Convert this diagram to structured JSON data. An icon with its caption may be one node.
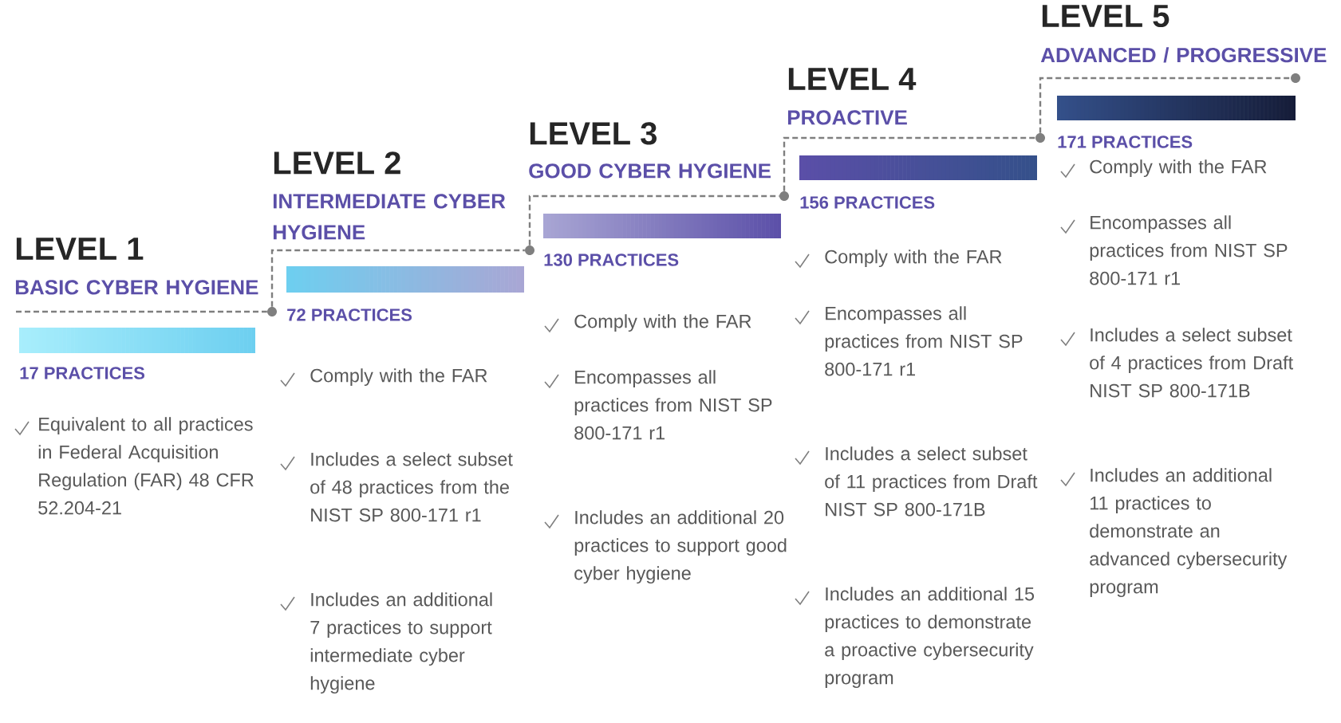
{
  "diagram": {
    "nodes": [
      {
        "text": [
          "17 PRACTICES",
          "Equivalent to all practices in Federal Acquisition Regulation (FAR) 48 CFR 52.204-21"
        ]
      },
      {
        "text": [
          "72 PRACTICES",
          "Comply with the FAR",
          "Includes a select subset of 48 practices from the NIST SP 800-171 r1",
          "Includes an additional 7 practices to support intermediate cyber hygiene"
        ]
      },
      {
        "text": [
          "130 PRACTICES",
          "Comply with the FAR",
          "Encompasses all practices from NIST SP 800-171 r1",
          "Includes an additional 20 practices to support good cyber hygiene"
        ]
      },
      {
        "text": [
          "156 PRACTICES",
          "Comply with the FAR",
          "Encompasses all practices from NIST SP 800-171 r1",
          "Includes a select subset of 11 practices from Draft NIST SP 800-171B",
          "Includes an additional 15 practices to demonstrate a proactive cybersecurity program"
        ]
      },
      {
        "text": [
          "171 PRACTICES",
          "Comply with the FAR",
          "Encompasses all practices from NIST SP 800-171 r1",
          "Includes a select subset of 4 practices from Draft NIST SP 800-171B",
          "Includes an additional 11 practices to demonstrate an advanced cybersecurity program"
        ]
      },
      {
        "text": [],
        "shape": "circle"
      },
      {
        "text": [],
        "shape": "circle"
      },
      {
        "text": [],
        "shape": "circle"
      },
      {
        "text": [],
        "shape": "circle"
      },
      {
        "text": [],
        "shape": "circle"
      }
    ],
    "edges": [
      {
        "from": 0,
        "to": 5,
        "arrow": "none",
        "style": "dashed"
      },
      {
        "from": 5,
        "to": 6,
        "arrow": "none",
        "style": "dashed"
      },
      {
        "from": 6,
        "to": 7,
        "arrow": "none",
        "style": "dashed"
      },
      {
        "from": 7,
        "to": 8,
        "arrow": "none",
        "style": "dashed"
      },
      {
        "from": 8,
        "to": 9,
        "arrow": "none",
        "style": "dashed"
      }
    ],
    "labels": [
      "LEVEL 1",
      "BASIC CYBER HYGIENE",
      "LEVEL 2",
      "INTERMEDIATE CYBER HYGIENE",
      "LEVEL 3",
      "GOOD CYBER HYGIENE",
      "LEVEL 4",
      "PROACTIVE",
      "LEVEL 5",
      "ADVANCED / PROGRESSIVE"
    ]
  }
}
